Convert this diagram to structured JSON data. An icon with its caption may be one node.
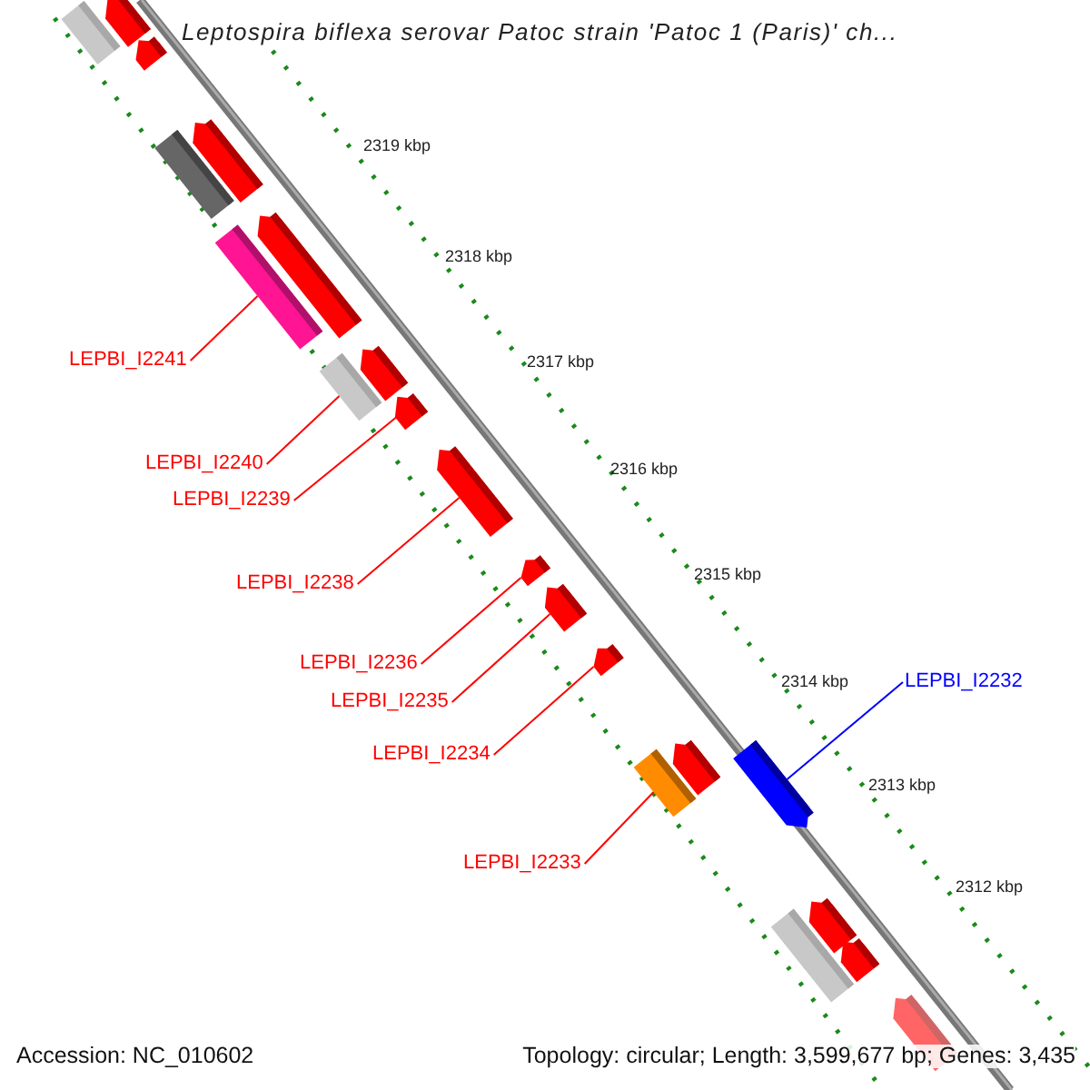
{
  "diagram": {
    "title": "Leptospira biflexa serovar Patoc strain 'Patoc 1 (Paris)' ch...",
    "nodes": [
      {
        "text": [
          "LEPBI_I2241"
        ]
      },
      {
        "text": [
          "LEPBI_I2240"
        ]
      },
      {
        "text": [
          "LEPBI_I2239"
        ]
      },
      {
        "text": [
          "LEPBI_I2238"
        ]
      },
      {
        "text": [
          "LEPBI_I2236"
        ]
      },
      {
        "text": [
          "LEPBI_I2235"
        ]
      },
      {
        "text": [
          "LEPBI_I2234"
        ]
      },
      {
        "text": [
          "LEPBI_I2233"
        ]
      },
      {
        "text": [
          "LEPBI_I2232"
        ]
      },
      {
        "text": [],
        "shape": "bar"
      },
      {
        "text": [],
        "shape": "arrow"
      },
      {
        "text": [],
        "shape": "arrow"
      },
      {
        "text": [],
        "shape": "bar"
      },
      {
        "text": [],
        "shape": "arrow"
      },
      {
        "text": [],
        "shape": "bar"
      },
      {
        "text": [],
        "shape": "arrow"
      },
      {
        "text": [],
        "shape": "bar"
      },
      {
        "text": [],
        "shape": "arrow"
      },
      {
        "text": [],
        "shape": "arrow"
      },
      {
        "text": [],
        "shape": "arrow"
      },
      {
        "text": [],
        "shape": "arrow"
      },
      {
        "text": [],
        "shape": "arrow"
      },
      {
        "text": [],
        "shape": "arrow"
      },
      {
        "text": [],
        "shape": "bar"
      },
      {
        "text": [],
        "shape": "arrow"
      },
      {
        "text": [],
        "shape": "arrow"
      },
      {
        "text": [],
        "shape": "arrow"
      },
      {
        "text": [],
        "shape": "bar"
      },
      {
        "text": [],
        "shape": "arrow"
      },
      {
        "text": [],
        "shape": "bar"
      },
      {
        "text": [],
        "shape": "arrow"
      }
    ],
    "edges": [
      {
        "from": 0,
        "to": 14,
        "arrow": "none"
      },
      {
        "from": 1,
        "to": 16,
        "arrow": "none"
      },
      {
        "from": 2,
        "to": 18,
        "arrow": "none"
      },
      {
        "from": 3,
        "to": 19,
        "arrow": "none"
      },
      {
        "from": 4,
        "to": 20,
        "arrow": "none"
      },
      {
        "from": 5,
        "to": 21,
        "arrow": "none"
      },
      {
        "from": 6,
        "to": 22,
        "arrow": "none"
      },
      {
        "from": 7,
        "to": 23,
        "arrow": "none"
      },
      {
        "from": 8,
        "to": 25,
        "arrow": "none",
        "color": "#0000ff"
      }
    ],
    "labels": [
      "2319 kbp",
      "2318 kbp",
      "2317 kbp",
      "2316 kbp",
      "2315 kbp",
      "2314 kbp",
      "2313 kbp",
      "2312 kbp",
      "Accession: NC_010602",
      "Topology: circular; Length: 3,599,677 bp; Genes: 3,435"
    ]
  }
}
